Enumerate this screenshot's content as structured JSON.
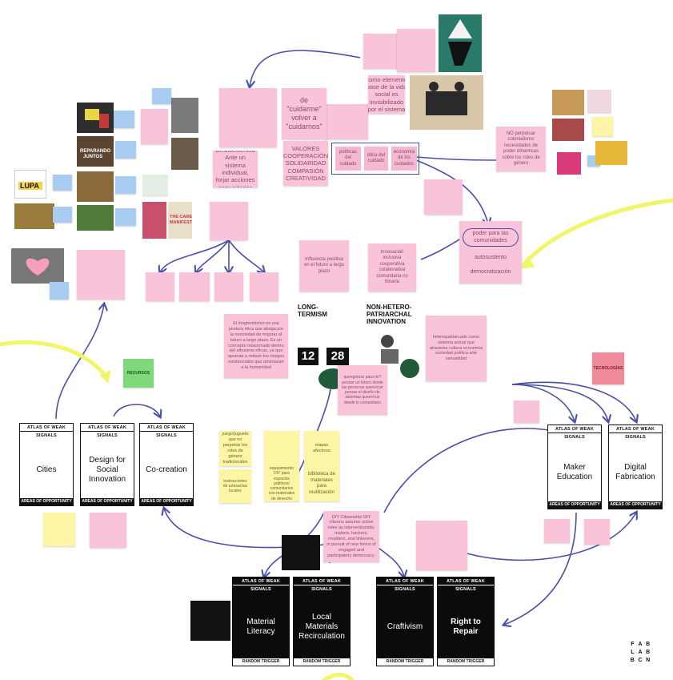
{
  "notes": {
    "desobediencia": "Desobediencia Ante un sistema individual, forjar acciones comunitarias",
    "cuidarme": "de \"cuidarme\" volver a \"cuidarnos\"",
    "valores": "VALORES COOPERACIÓN SOLIDARIDAD COMPASIÓN CREATIVIDAD",
    "cuidado_base": "el cuidado como elemento base de la vida social es invisibilizado por el sistema heteropatriarcal",
    "politicas": "políticas del cuidado",
    "etica": "ética del cuidado",
    "economia": "economía de los cuidados",
    "no_perpetuar": "NO perpetuar colonialismo necesidades de poder dinamicas sobre los roles de género",
    "poder": "poder para las comunidades",
    "autosustento": "autosustento",
    "democratizacion": "democratización",
    "influencia": "Influencia positiva en el futuro a largo plazo",
    "innovacion": "Innovación inclusiva cooperativa colaborativa comunitaria no binaria",
    "longtermism_note": "El longtermismo es una postura ética que aboga por la necesidad de mejorar el futuro a largo plazo. Es un concepto relacionado dentro del altruismo eficaz, ya que apuesta a reducir los riesgos existenciales que amenazan a la humanidad",
    "heteropatriarcado": "heteropatriarcado como sistema actual que atraviesa cultura economía sociedad política arte sexualidad",
    "queer": "queeginizar para mí? pensar un futuro desde las personas queer/cuir pensar el diseño de sistemas queer/cuir desde lo comunitario",
    "recursos": "RECURSOS",
    "tecnologias": "TECNOLOGÍAS",
    "juego": "juego/juguete que no perpetúe los roles de género tradicionales",
    "mapas": "mapas afectivos",
    "instrucciones": "instrucciones de artesanías locales",
    "equipamiento": "equipamiento DIY para espacios públicos/ comunitarios con materiales de desecho",
    "biblioteca": "biblioteca de materiales para reutilización",
    "diy_citizenship": "DIY Citizenship DIY citizens assume active roles as interventionists, makers, hackers, modders, and tinkerers, in pursuit of new forms of engaged and participatory democracy."
  },
  "labels": {
    "longtermism": "LONG-TERMISM",
    "non_hetero": "NON-HETERO-PATRIARCHAL INNOVATION",
    "clock_left": "12",
    "clock_right": "28"
  },
  "cards": [
    {
      "header": "ATLAS OF WEAK SIGNALS",
      "title": "Cities",
      "footer": "AREAS OF OPPORTUNITY"
    },
    {
      "header": "ATLAS OF WEAK SIGNALS",
      "title": "Design for Social Innovation",
      "footer": "AREAS OF OPPORTUNITY"
    },
    {
      "header": "ATLAS OF WEAK SIGNALS",
      "title": "Co-creation",
      "footer": "AREAS OF OPPORTUNITY"
    },
    {
      "header": "ATLAS OF WEAK SIGNALS",
      "title": "Maker Education",
      "footer": "AREAS OF OPPORTUNITY"
    },
    {
      "header": "ATLAS OF WEAK SIGNALS",
      "title": "Digital Fabrication",
      "footer": "AREAS OF OPPORTUNITY"
    },
    {
      "header": "ATLAS OF WEAK SIGNALS",
      "title": "Material Literacy",
      "footer": "RANDOM TRIGGER"
    },
    {
      "header": "ATLAS OF WEAK SIGNALS",
      "title": "Local Materials Recirculation",
      "footer": "RANDOM TRIGGER"
    },
    {
      "header": "ATLAS OF WEAK SIGNALS",
      "title": "Craftivism",
      "footer": "RANDOM TRIGGER"
    },
    {
      "header": "ATLAS OF WEAK SIGNALS",
      "title": "Right to Repair",
      "footer": "RANDOM TRIGGER"
    }
  ],
  "logo": [
    "F",
    "A",
    "B",
    "L",
    "A",
    "B",
    "B",
    "C",
    "N"
  ],
  "colors": {
    "pink": "#f9c4da",
    "yellow": "#fbf5a4",
    "blue": "#a9cdf0",
    "green": "#7fd87a",
    "arrow": "#4a4fa6",
    "highlight": "#f1f56a"
  }
}
